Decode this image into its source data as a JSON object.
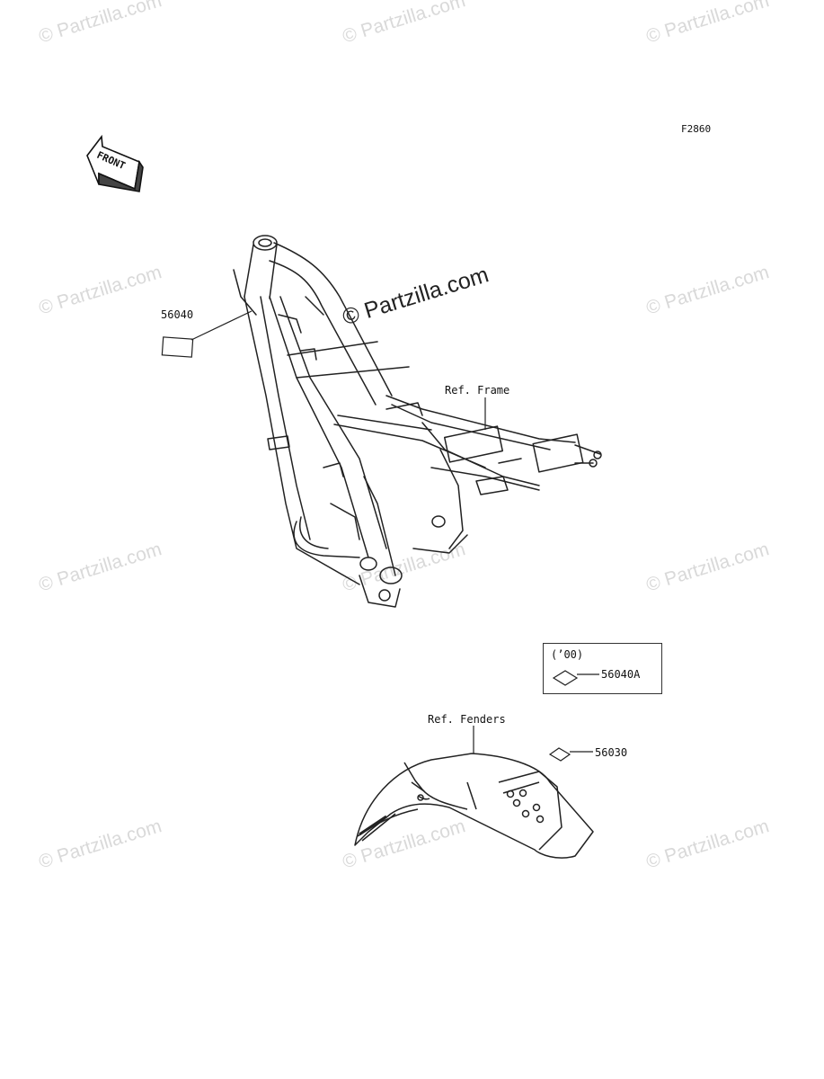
{
  "figure_code": "F2860",
  "front_arrow_label": "FRONT",
  "watermark_text": "© Partzilla.com",
  "center_watermark_text": "© Partzilla.com",
  "labels": {
    "part_56040": "56040",
    "ref_frame": "Ref. Frame",
    "year_note": "(’00)",
    "part_56040A": "56040A",
    "ref_fenders": "Ref. Fenders",
    "part_56030": "56030"
  },
  "colors": {
    "line": "#222222",
    "watermark": "#d9d9d9",
    "background": "#ffffff"
  }
}
